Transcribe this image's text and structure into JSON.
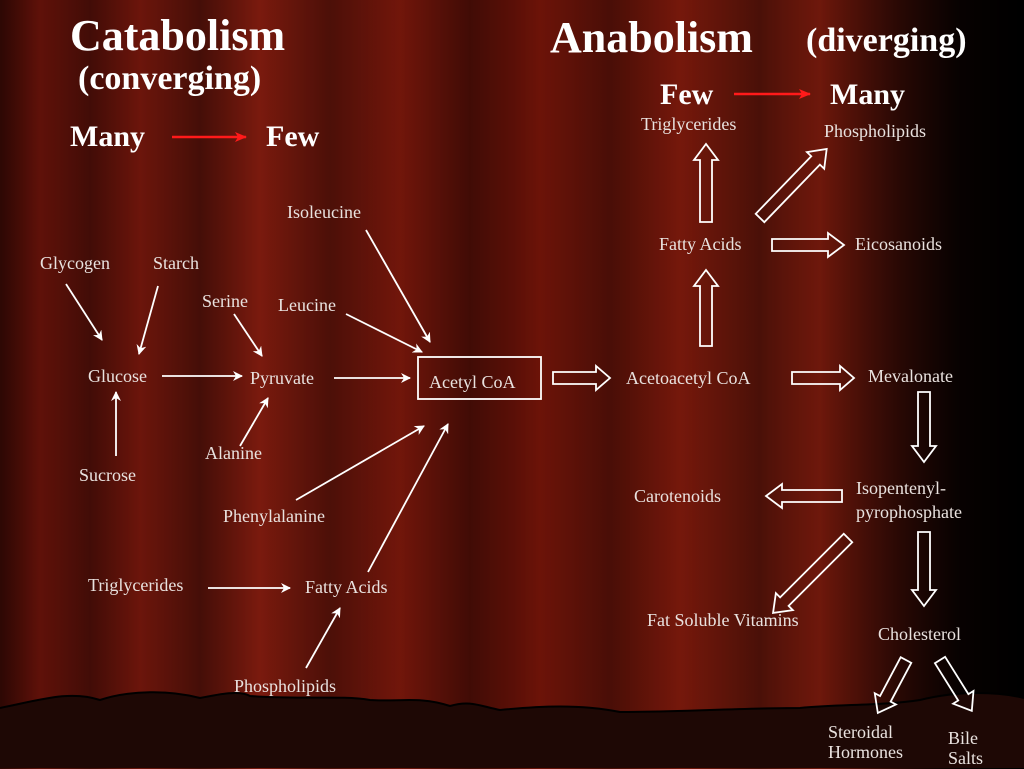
{
  "catabolism": {
    "title": "Catabolism",
    "subtitle": "(converging)",
    "from_label": "Many",
    "to_label": "Few"
  },
  "anabolism": {
    "title": "Anabolism",
    "subtitle": "(diverging)",
    "from_label": "Few",
    "to_label": "Many"
  },
  "nodes": {
    "isoleucine": "Isoleucine",
    "glycogen": "Glycogen",
    "starch": "Starch",
    "serine": "Serine",
    "leucine": "Leucine",
    "glucose": "Glucose",
    "pyruvate": "Pyruvate",
    "acetyl_coa": "Acetyl CoA",
    "sucrose": "Sucrose",
    "alanine": "Alanine",
    "phenylalanine": "Phenylalanine",
    "triglycerides_cat": "Triglycerides",
    "fatty_acids_cat": "Fatty Acids",
    "phospholipids_cat": "Phospholipids",
    "triglycerides_ana": "Triglycerides",
    "phospholipids_ana": "Phospholipids",
    "fatty_acids_ana": "Fatty Acids",
    "eicosanoids": "Eicosanoids",
    "acetoacetyl_coa": "Acetoacetyl CoA",
    "mevalonate": "Mevalonate",
    "isopentenyl_1": "Isopentenyl-",
    "isopentenyl_2": "pyrophosphate",
    "carotenoids": "Carotenoids",
    "fat_soluble_vitamins": "Fat Soluble Vitamins",
    "cholesterol": "Cholesterol",
    "steroidal_1": "Steroidal",
    "steroidal_2": "Hormones",
    "bile_1": "Bile",
    "bile_2": "Salts"
  },
  "colors": {
    "heading": "#ffffff",
    "label": "#e9e2df",
    "accent_arrow": "#ff1a1a",
    "flow_arrow": "#ffffff"
  }
}
